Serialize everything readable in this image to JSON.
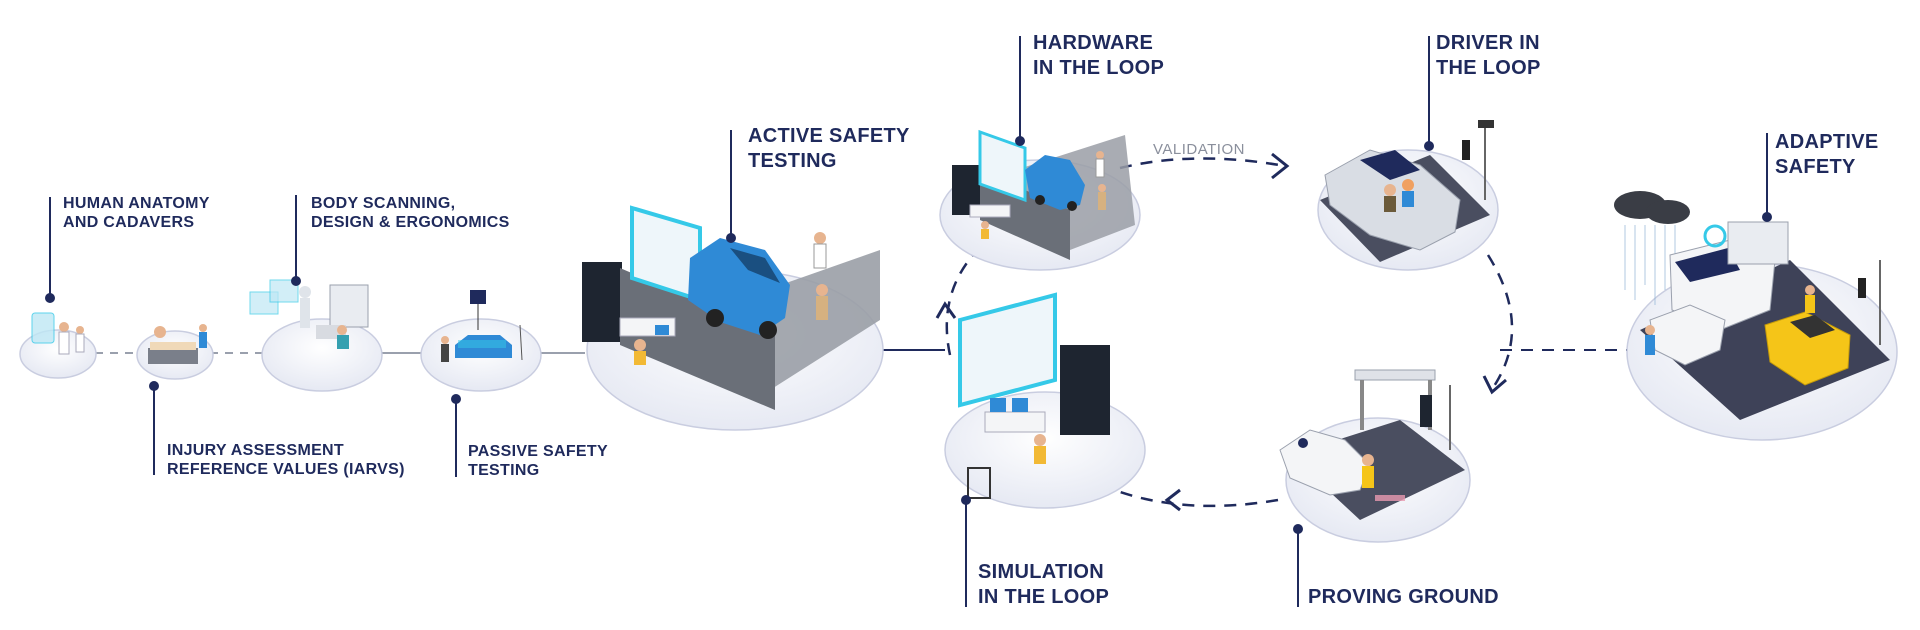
{
  "stages": {
    "human_anatomy": [
      "HUMAN ANATOMY",
      "AND CADAVERS"
    ],
    "injury_assessment": [
      "INJURY ASSESSMENT",
      "REFERENCE VALUES (IARVS)"
    ],
    "body_scanning": [
      "BODY SCANNING,",
      "DESIGN & ERGONOMICS"
    ],
    "passive_safety": [
      "PASSIVE SAFETY",
      "TESTING"
    ],
    "active_safety": [
      "ACTIVE SAFETY",
      "TESTING"
    ],
    "hardware_loop": [
      "HARDWARE",
      "IN THE LOOP"
    ],
    "driver_loop": [
      "DRIVER IN",
      "THE LOOP"
    ],
    "simulation_loop": [
      "SIMULATION",
      "IN THE LOOP"
    ],
    "proving_ground": [
      "PROVING GROUND"
    ],
    "adaptive_safety": [
      "ADAPTIVE",
      "SAFETY"
    ]
  },
  "cycle_label": "VALIDATION",
  "colors": {
    "navy": "#1f2a5c",
    "cyan": "#35c9e8",
    "vehicle_blue": "#2f8ad6",
    "taxi_yellow": "#f5c518",
    "disc": "#eef0f7",
    "road": "#9a9ea6"
  }
}
